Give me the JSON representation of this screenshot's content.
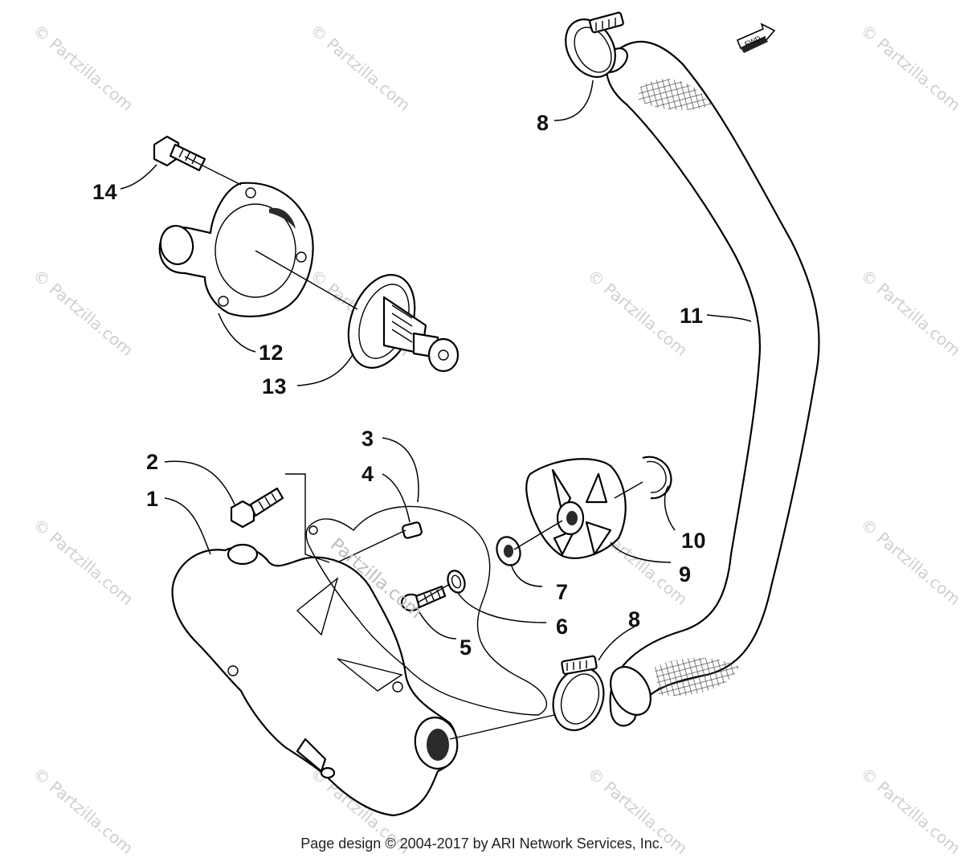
{
  "labels": {
    "l1": "1",
    "l2": "2",
    "l3": "3",
    "l4": "4",
    "l5": "5",
    "l6": "6",
    "l7": "7",
    "l8a": "8",
    "l8b": "8",
    "l9": "9",
    "l10": "10",
    "l11": "11",
    "l12": "12",
    "l13": "13",
    "l14": "14"
  },
  "direction_tag": "FWD",
  "watermark": "© Partzilla.com",
  "center_watermark": "Partzilla.com",
  "footer": "Page design © 2004-2017 by ARI Network Services, Inc."
}
